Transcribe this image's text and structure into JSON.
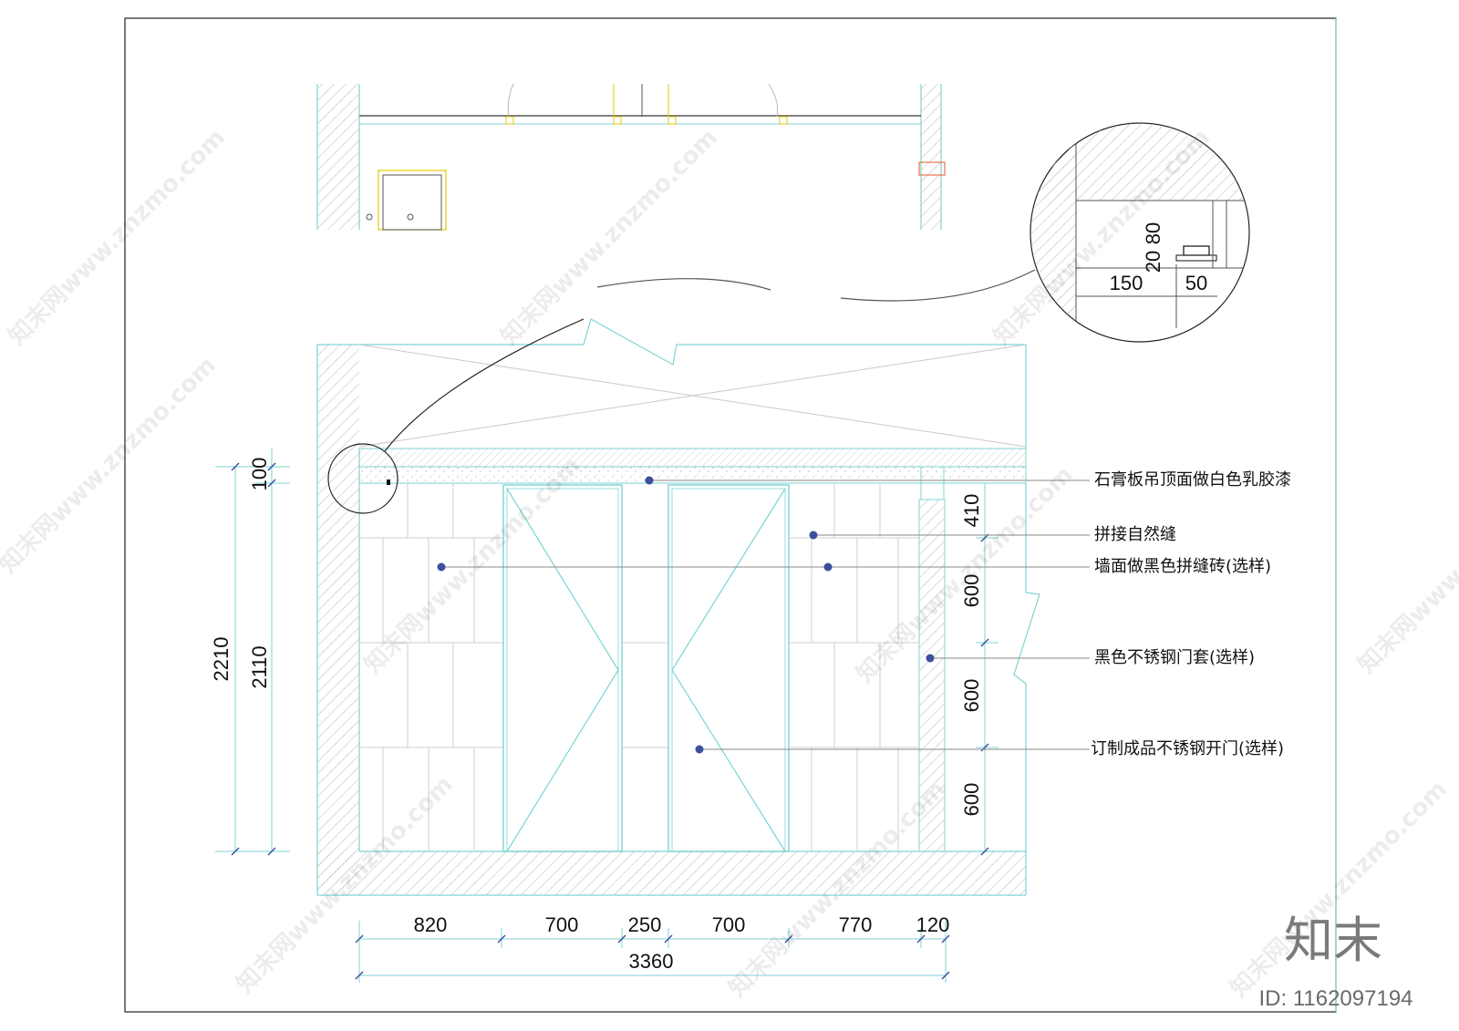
{
  "dimensions": {
    "bottom_segments": [
      "820",
      "700",
      "250",
      "700",
      "770",
      "120"
    ],
    "bottom_total": "3360",
    "left_outer": "2210",
    "left_inner": "2110",
    "left_top": "100",
    "right_stack": [
      "410",
      "600",
      "600",
      "600"
    ],
    "detail_vertical": [
      "80",
      "20"
    ],
    "detail_horizontal": [
      "150",
      "50"
    ]
  },
  "annotations": [
    "石膏板吊顶面做白色乳胶漆",
    "拼接自然缝",
    "墙面做黑色拼缝砖(选样)",
    "黑色不锈钢门套(选样)",
    "订制成品不锈钢开门(选样)"
  ],
  "watermark": {
    "text": "知末网www.znzmo.com",
    "brand": "知末",
    "id": "ID: 1162097194"
  },
  "colors": {
    "line": "#7fd3d3",
    "hatch": "#b8b8b8",
    "dot": "#3b4f9a",
    "ink": "#111111"
  }
}
